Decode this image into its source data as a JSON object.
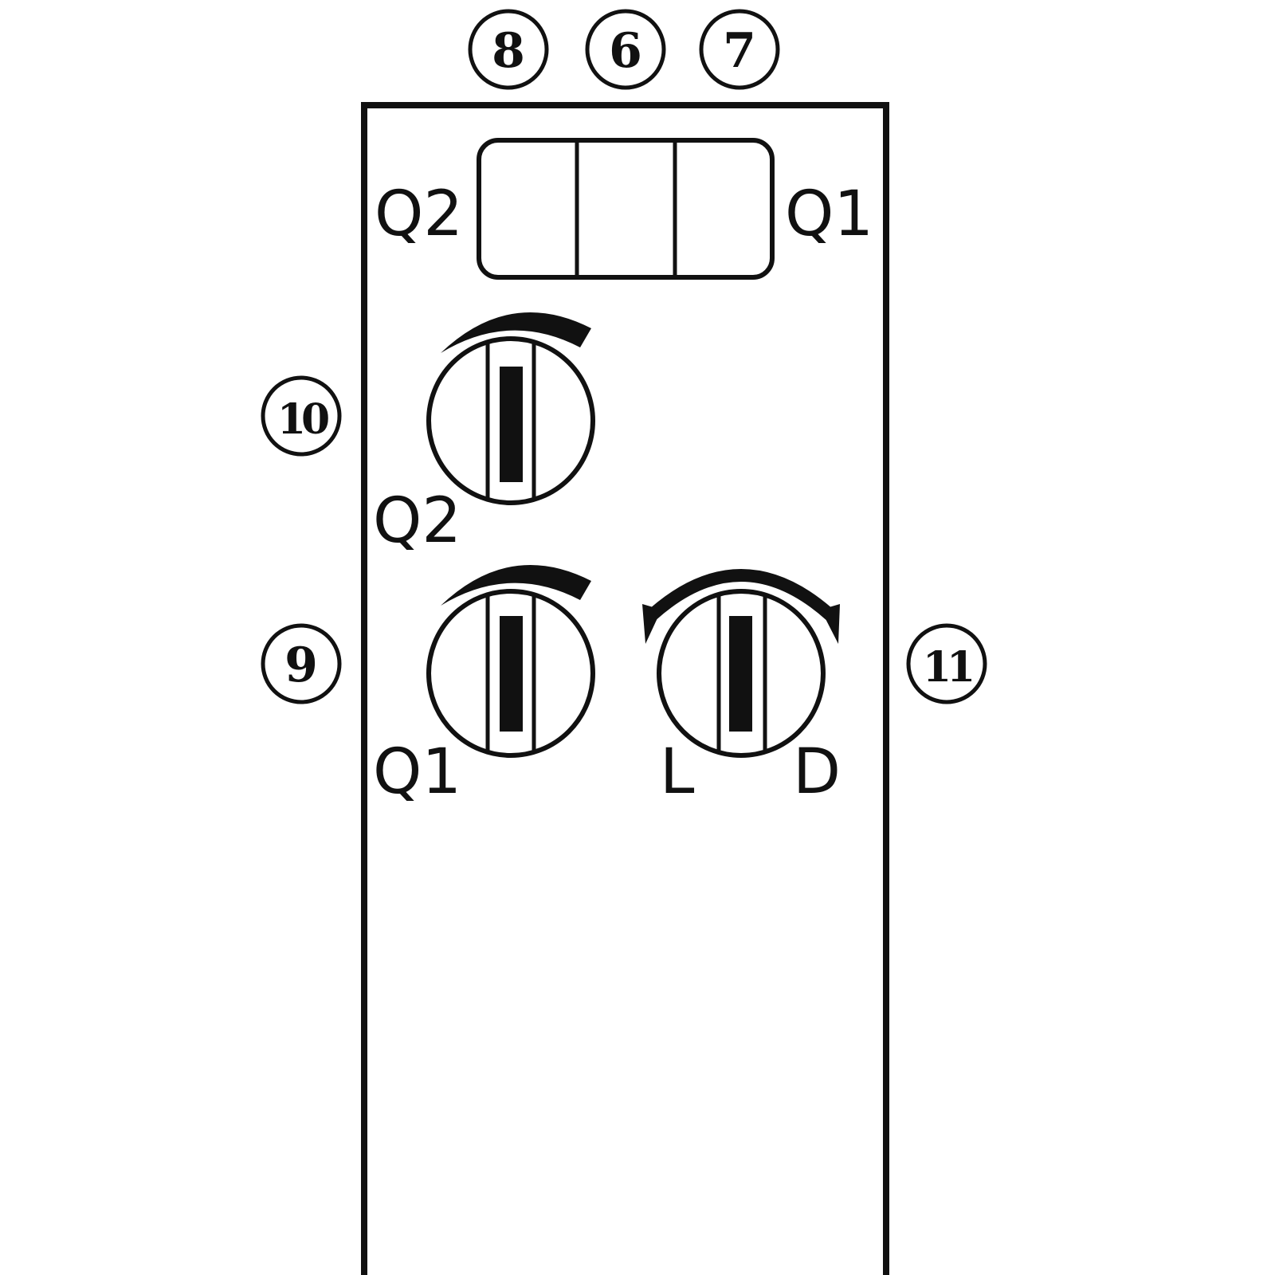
{
  "callouts": {
    "c8": "8",
    "c6": "6",
    "c7": "7",
    "c10": "10",
    "c9": "9",
    "c11": "11"
  },
  "labels": {
    "led_left": "Q2",
    "led_right": "Q1",
    "knob_top": "Q2",
    "knob_bottom_left": "Q1",
    "knob_right_left": "L",
    "knob_right_right": "D"
  },
  "colors": {
    "stroke": "#111111",
    "background": "#ffffff"
  }
}
